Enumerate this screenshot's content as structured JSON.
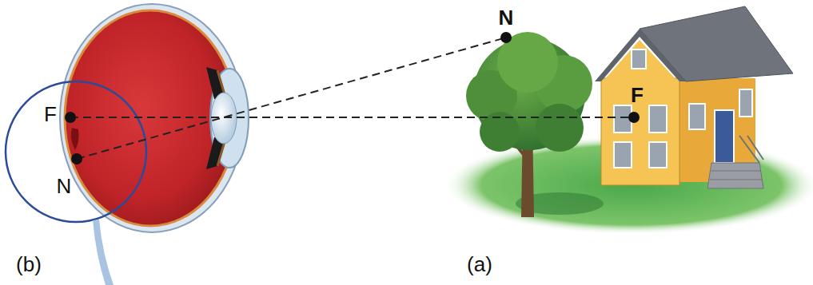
{
  "diagram": {
    "labels": [
      "N",
      "F",
      "F",
      "N",
      "(b)",
      "(a)"
    ]
  }
}
